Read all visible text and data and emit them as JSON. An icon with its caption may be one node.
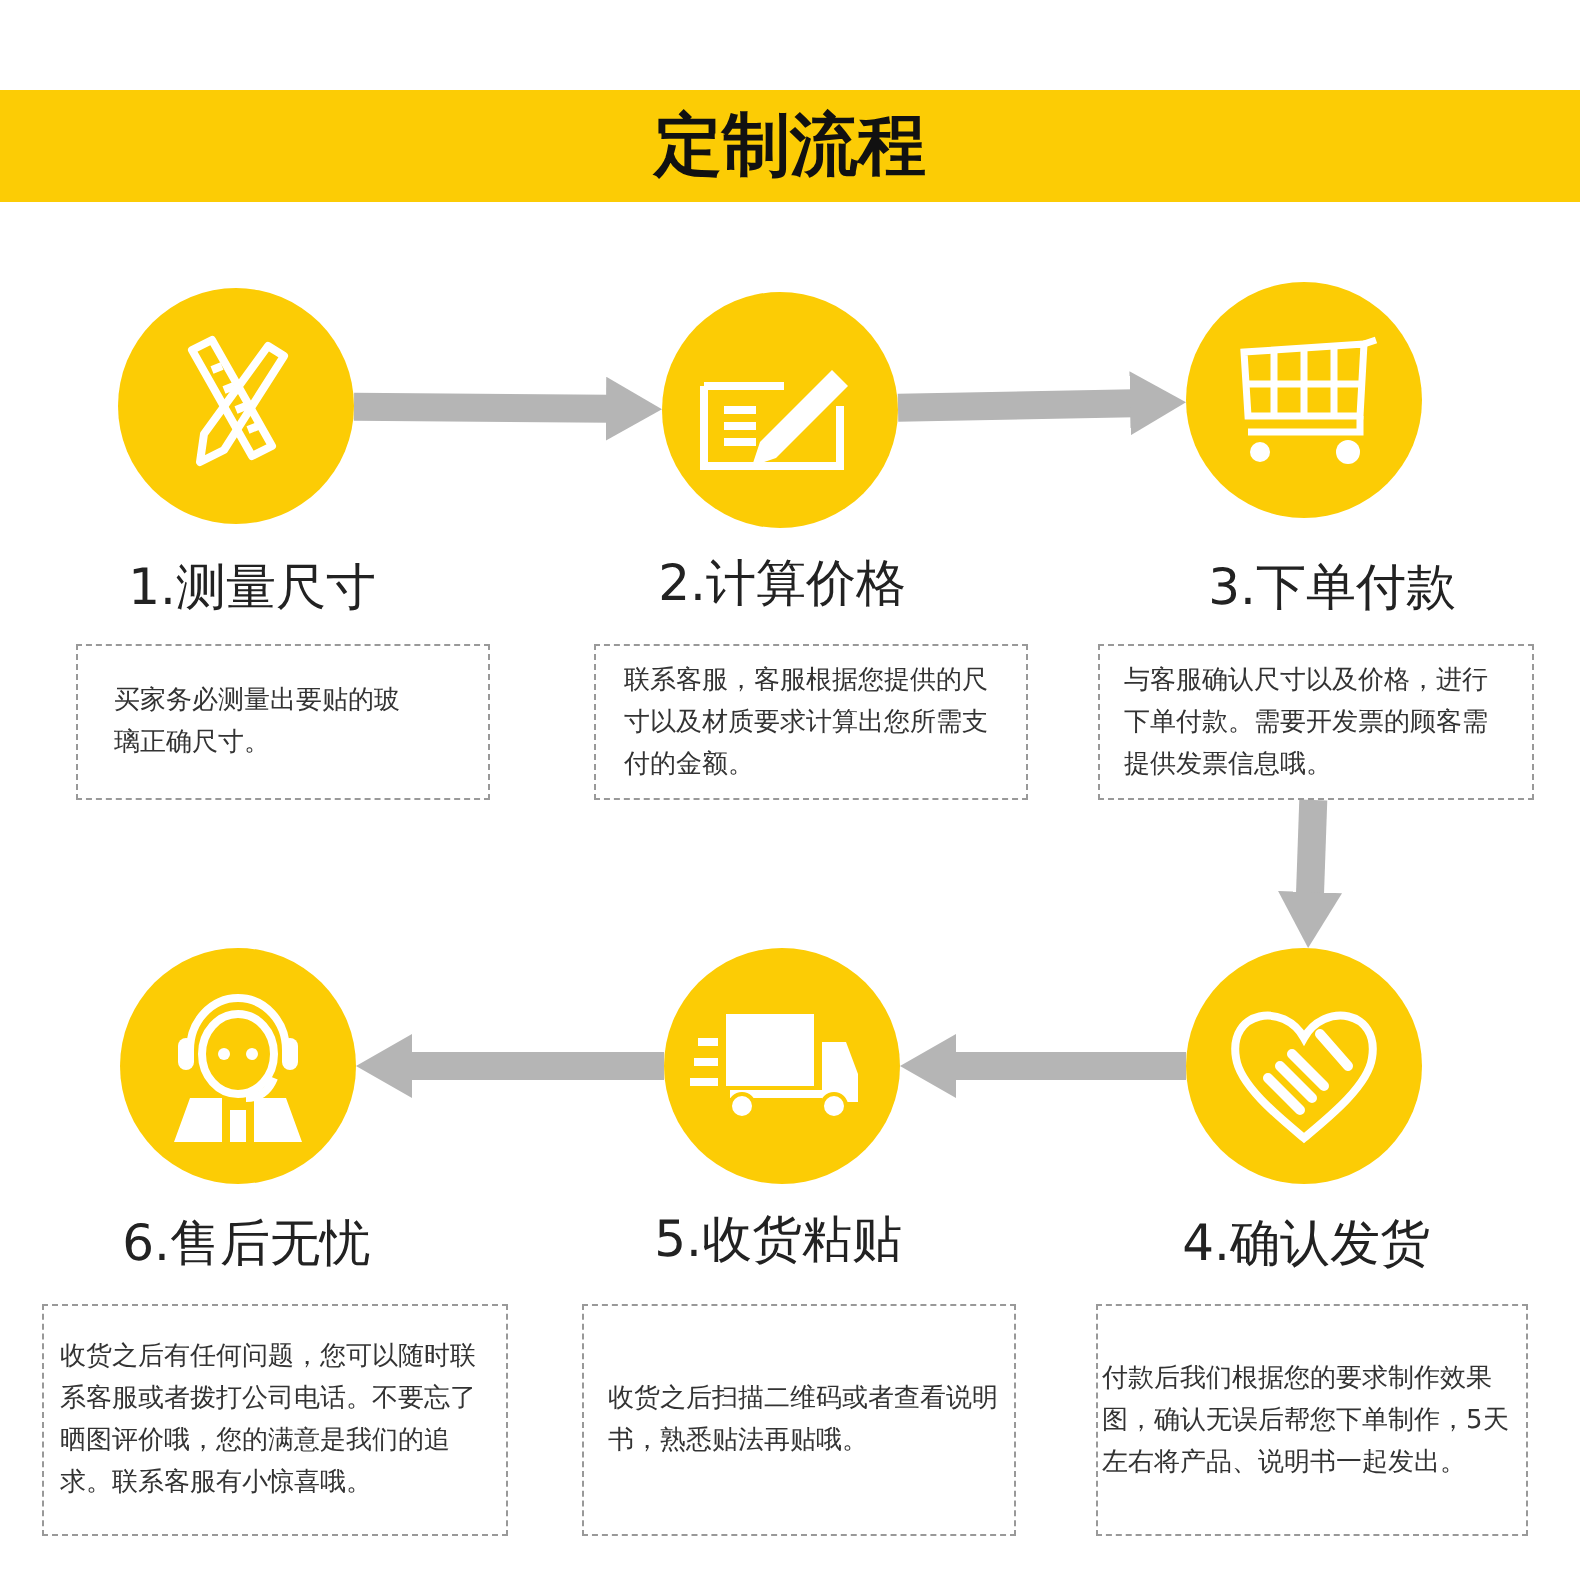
{
  "diagram": {
    "title": "定制流程",
    "nodes": [
      {
        "text": [],
        "shape": "circle"
      },
      {
        "text": [
          "1.测量尺寸",
          "买家务必测量出要贴的玻璃正确尺寸。"
        ]
      },
      {
        "text": [],
        "shape": "circle"
      },
      {
        "text": [
          "2.计算价格",
          "联系客服，客服根据您提供的尺寸以及材质要求计算出您所需支付的金额。"
        ]
      },
      {
        "text": [],
        "shape": "circle"
      },
      {
        "text": [
          "3.下单付款",
          "与客服确认尺寸以及价格，进行下单付款。需要开发票的顾客需提供发票信息哦。"
        ]
      },
      {
        "text": [],
        "shape": "circle"
      },
      {
        "text": [
          "6.售后无忧",
          "收货之后有任何问题，您可以随时联系客服或者拨打公司电话。不要忘了晒图评价哦，您的满意是我们的追求。联系客服有小惊喜哦。"
        ]
      },
      {
        "text": [],
        "shape": "circle"
      },
      {
        "text": [
          "5.收货粘贴",
          "收货之后扫描二维码或者查看说明书，熟悉贴法再贴哦。"
        ]
      },
      {
        "text": [],
        "shape": "circle"
      },
      {
        "text": [
          "4.确认发货",
          "付款后我们根据您的要求制作效果图，确认无误后帮您下单制作，5天左右将产品、说明书一起发出。"
        ]
      }
    ],
    "edges": [
      {
        "from": 0,
        "to": 2,
        "arrow": "to"
      },
      {
        "from": 2,
        "to": 4,
        "arrow": "to"
      },
      {
        "from": 5,
        "to": 10,
        "arrow": "to"
      },
      {
        "from": 10,
        "to": 8,
        "arrow": "to"
      },
      {
        "from": 8,
        "to": 6,
        "arrow": "to"
      }
    ]
  }
}
